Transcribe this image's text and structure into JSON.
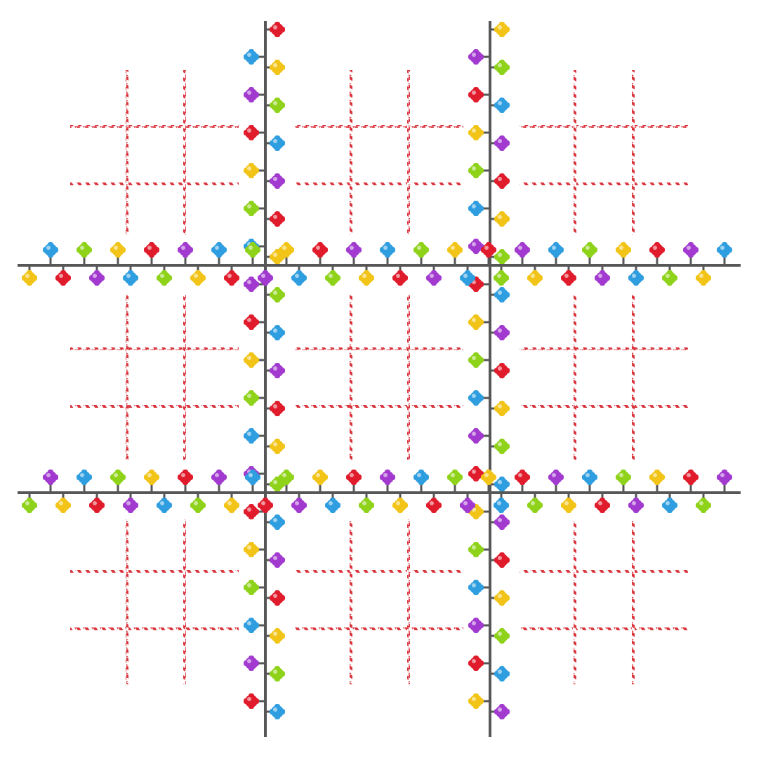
{
  "game": {
    "type": "ultimate-tic-tac-toe",
    "outer_grid": {
      "style": "light-string",
      "wire_color": "#575757",
      "bulb_colors": [
        "#e01b2b",
        "#f2c417",
        "#8fd21a",
        "#2f9ee0",
        "#a23ad0"
      ]
    },
    "inner_grids": {
      "count": 9,
      "style": "candy-cane",
      "stripe_colors": [
        "#d9363e",
        "#ffffff"
      ]
    },
    "board_cells": [
      [
        "",
        "",
        ""
      ],
      [
        "",
        "",
        ""
      ],
      [
        "",
        "",
        ""
      ]
    ],
    "marks_placed": 0
  },
  "colors": {
    "background": "#ffffff"
  }
}
